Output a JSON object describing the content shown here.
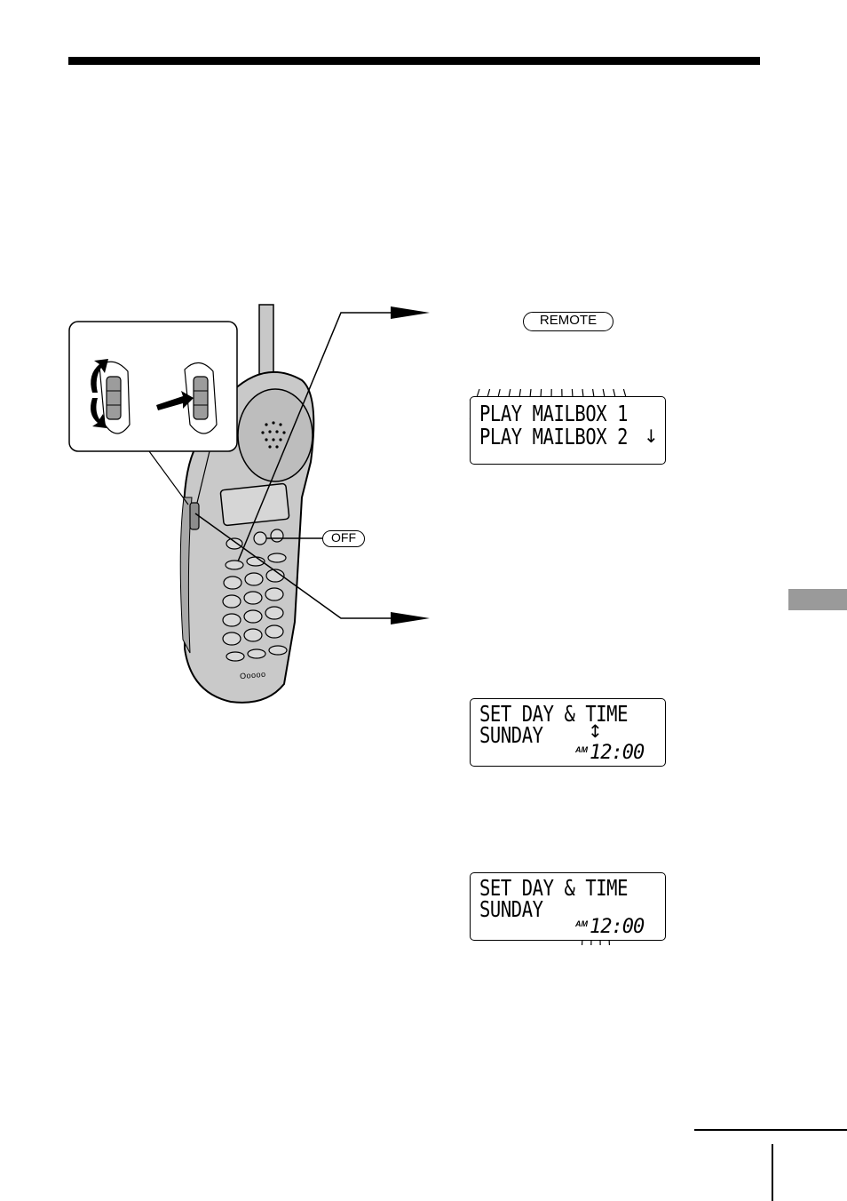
{
  "buttons": {
    "remote_label": "REMOTE",
    "off_label": "OFF"
  },
  "displays": [
    {
      "line1": "PLAY MAILBOX 1",
      "line2": "PLAY MAILBOX 2",
      "arrow": "↓"
    },
    {
      "line1": "SET DAY & TIME",
      "line2": "SUNDAY",
      "arrow": "↕",
      "am": "AM",
      "time": "12:00"
    },
    {
      "line1": "SET DAY & TIME",
      "line2": "SUNDAY",
      "am": "AM",
      "time": "12:00"
    }
  ],
  "handset": {
    "model_mark": "Ooooo"
  },
  "icons": [
    "jog-dial-rotate-icon",
    "jog-dial-push-icon",
    "blink-mark-icon",
    "pointer-arrow-icon"
  ]
}
